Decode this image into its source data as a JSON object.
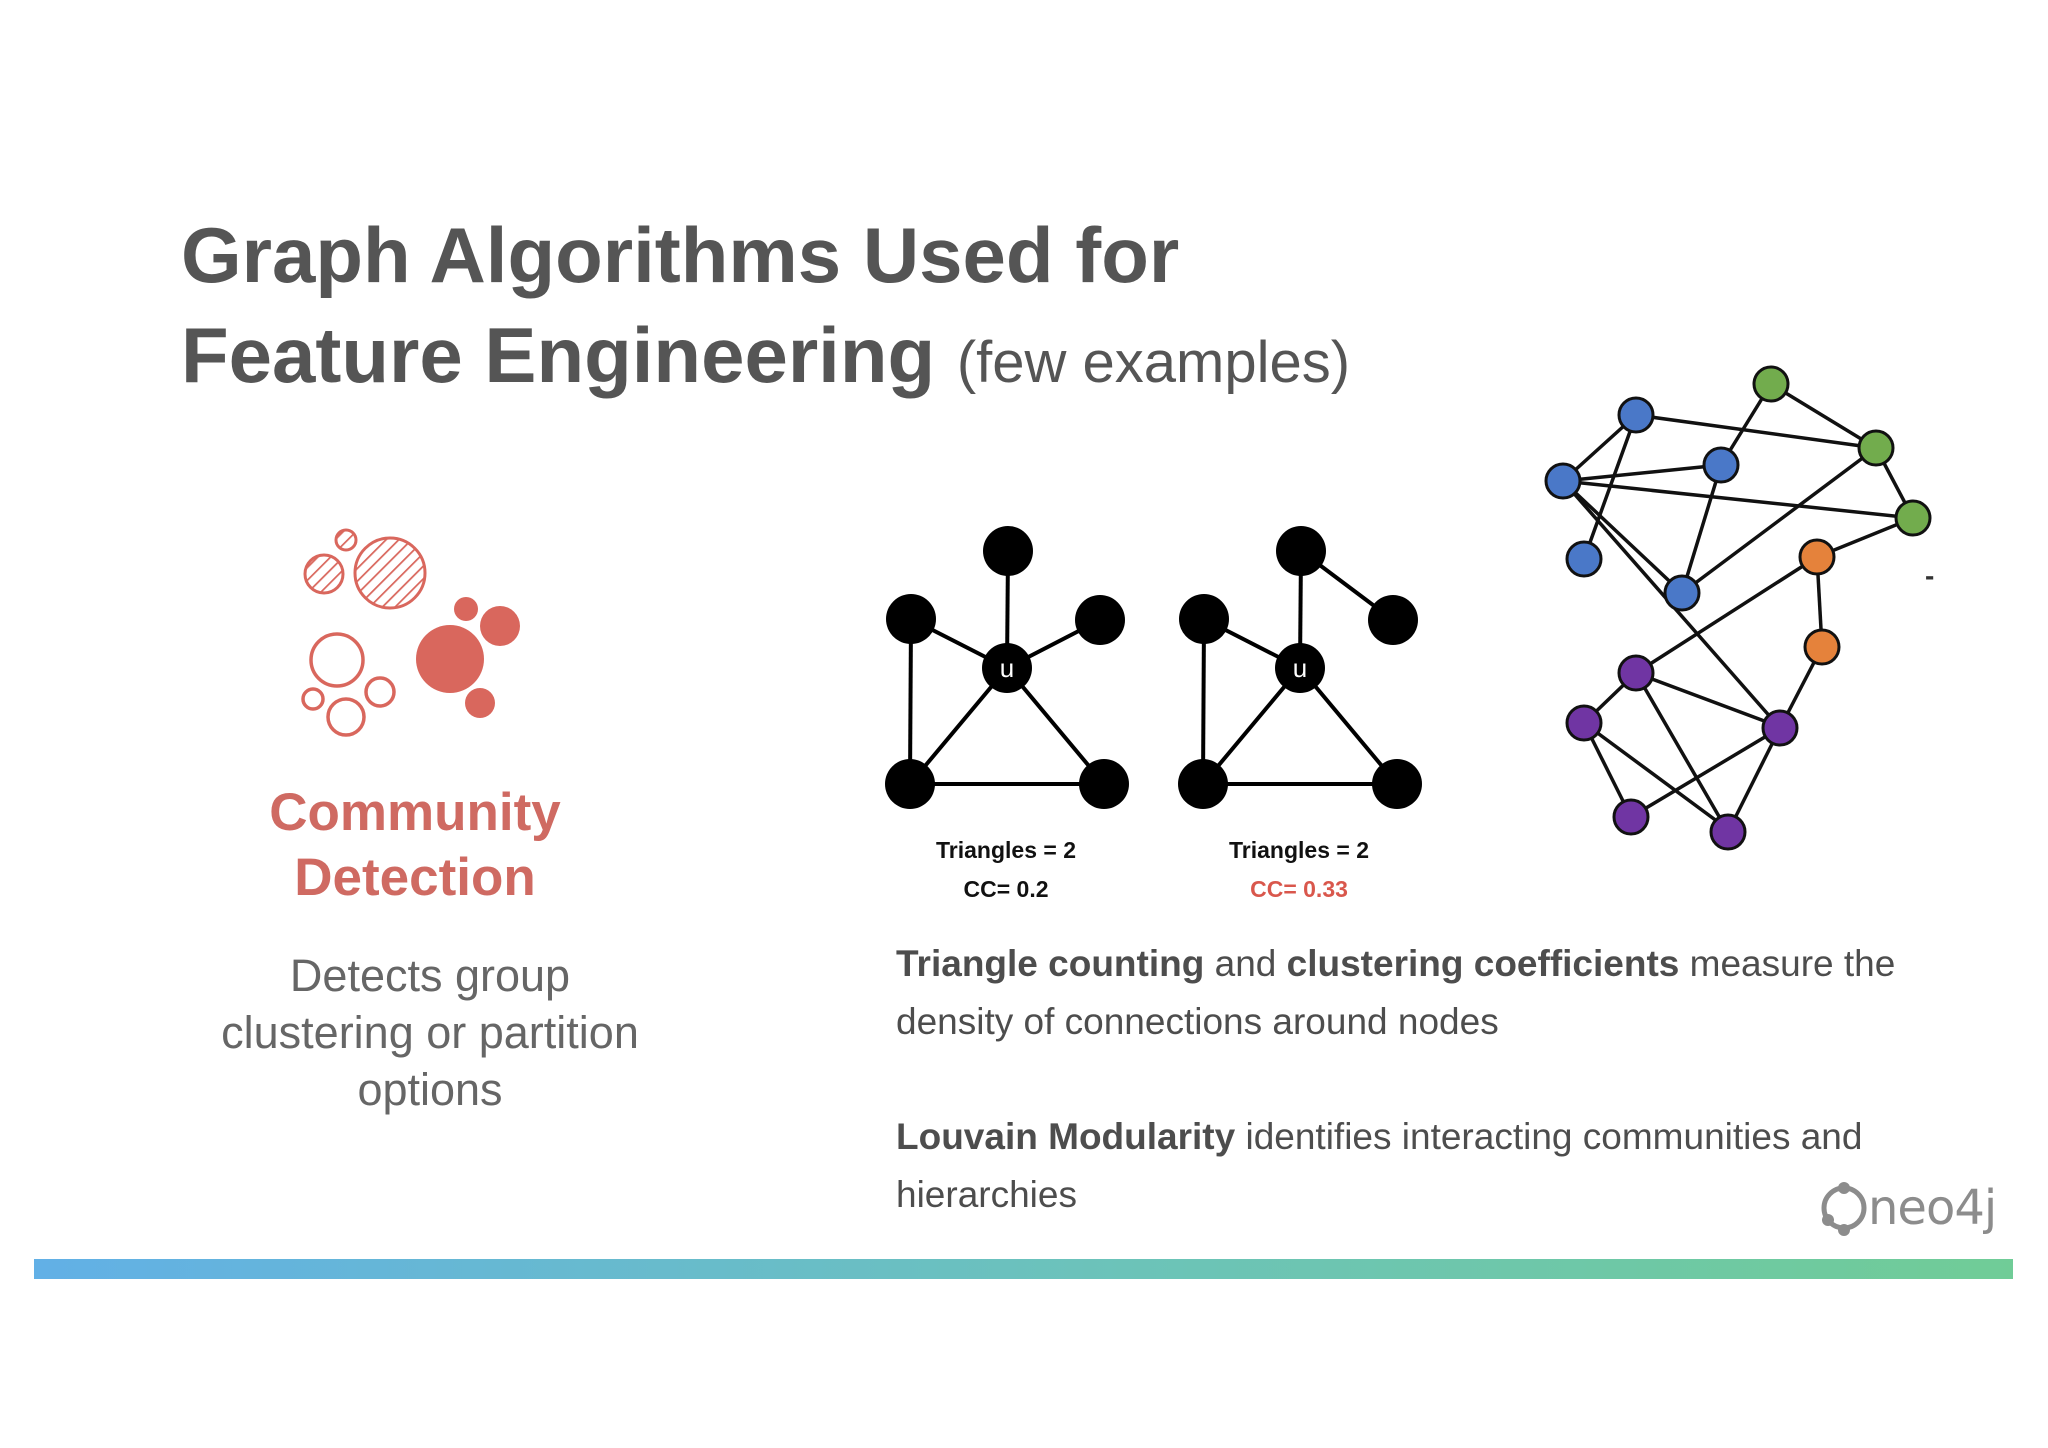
{
  "title": {
    "line1": "Graph Algorithms Used for",
    "line2_bold": "Feature Engineering",
    "line2_sub": "(few examples)"
  },
  "community": {
    "heading_line1": "Community",
    "heading_line2": "Detection",
    "description_line1": "Detects group",
    "description_line2": "clustering or partition",
    "description_line3": "options",
    "icon_color": "#d9675d"
  },
  "triangle_examples": [
    {
      "node_label": "u",
      "triangles": "Triangles = 2",
      "cc": "CC= 0.2",
      "cc_color": "#111111"
    },
    {
      "node_label": "u",
      "triangles": "Triangles = 2",
      "cc": "CC= 0.33",
      "cc_color": "#d9574c"
    }
  ],
  "network_colors": {
    "blue": "#4a78c8",
    "green": "#72ac4d",
    "orange": "#e5823b",
    "purple": "#7035a3"
  },
  "text": {
    "p1_bold1": "Triangle counting",
    "p1_mid": " and ",
    "p1_bold2": "clustering coefficients",
    "p1_rest": " measure the density of connections around nodes",
    "p2_bold": "Louvain Modularity",
    "p2_rest": " identifies interacting communities and hierarchies"
  },
  "logo": {
    "text": "neo4j"
  },
  "decor": {
    "dash": "-"
  },
  "bar_colors": [
    "#62b0e6",
    "#6cc3b9",
    "#70cc97"
  ]
}
